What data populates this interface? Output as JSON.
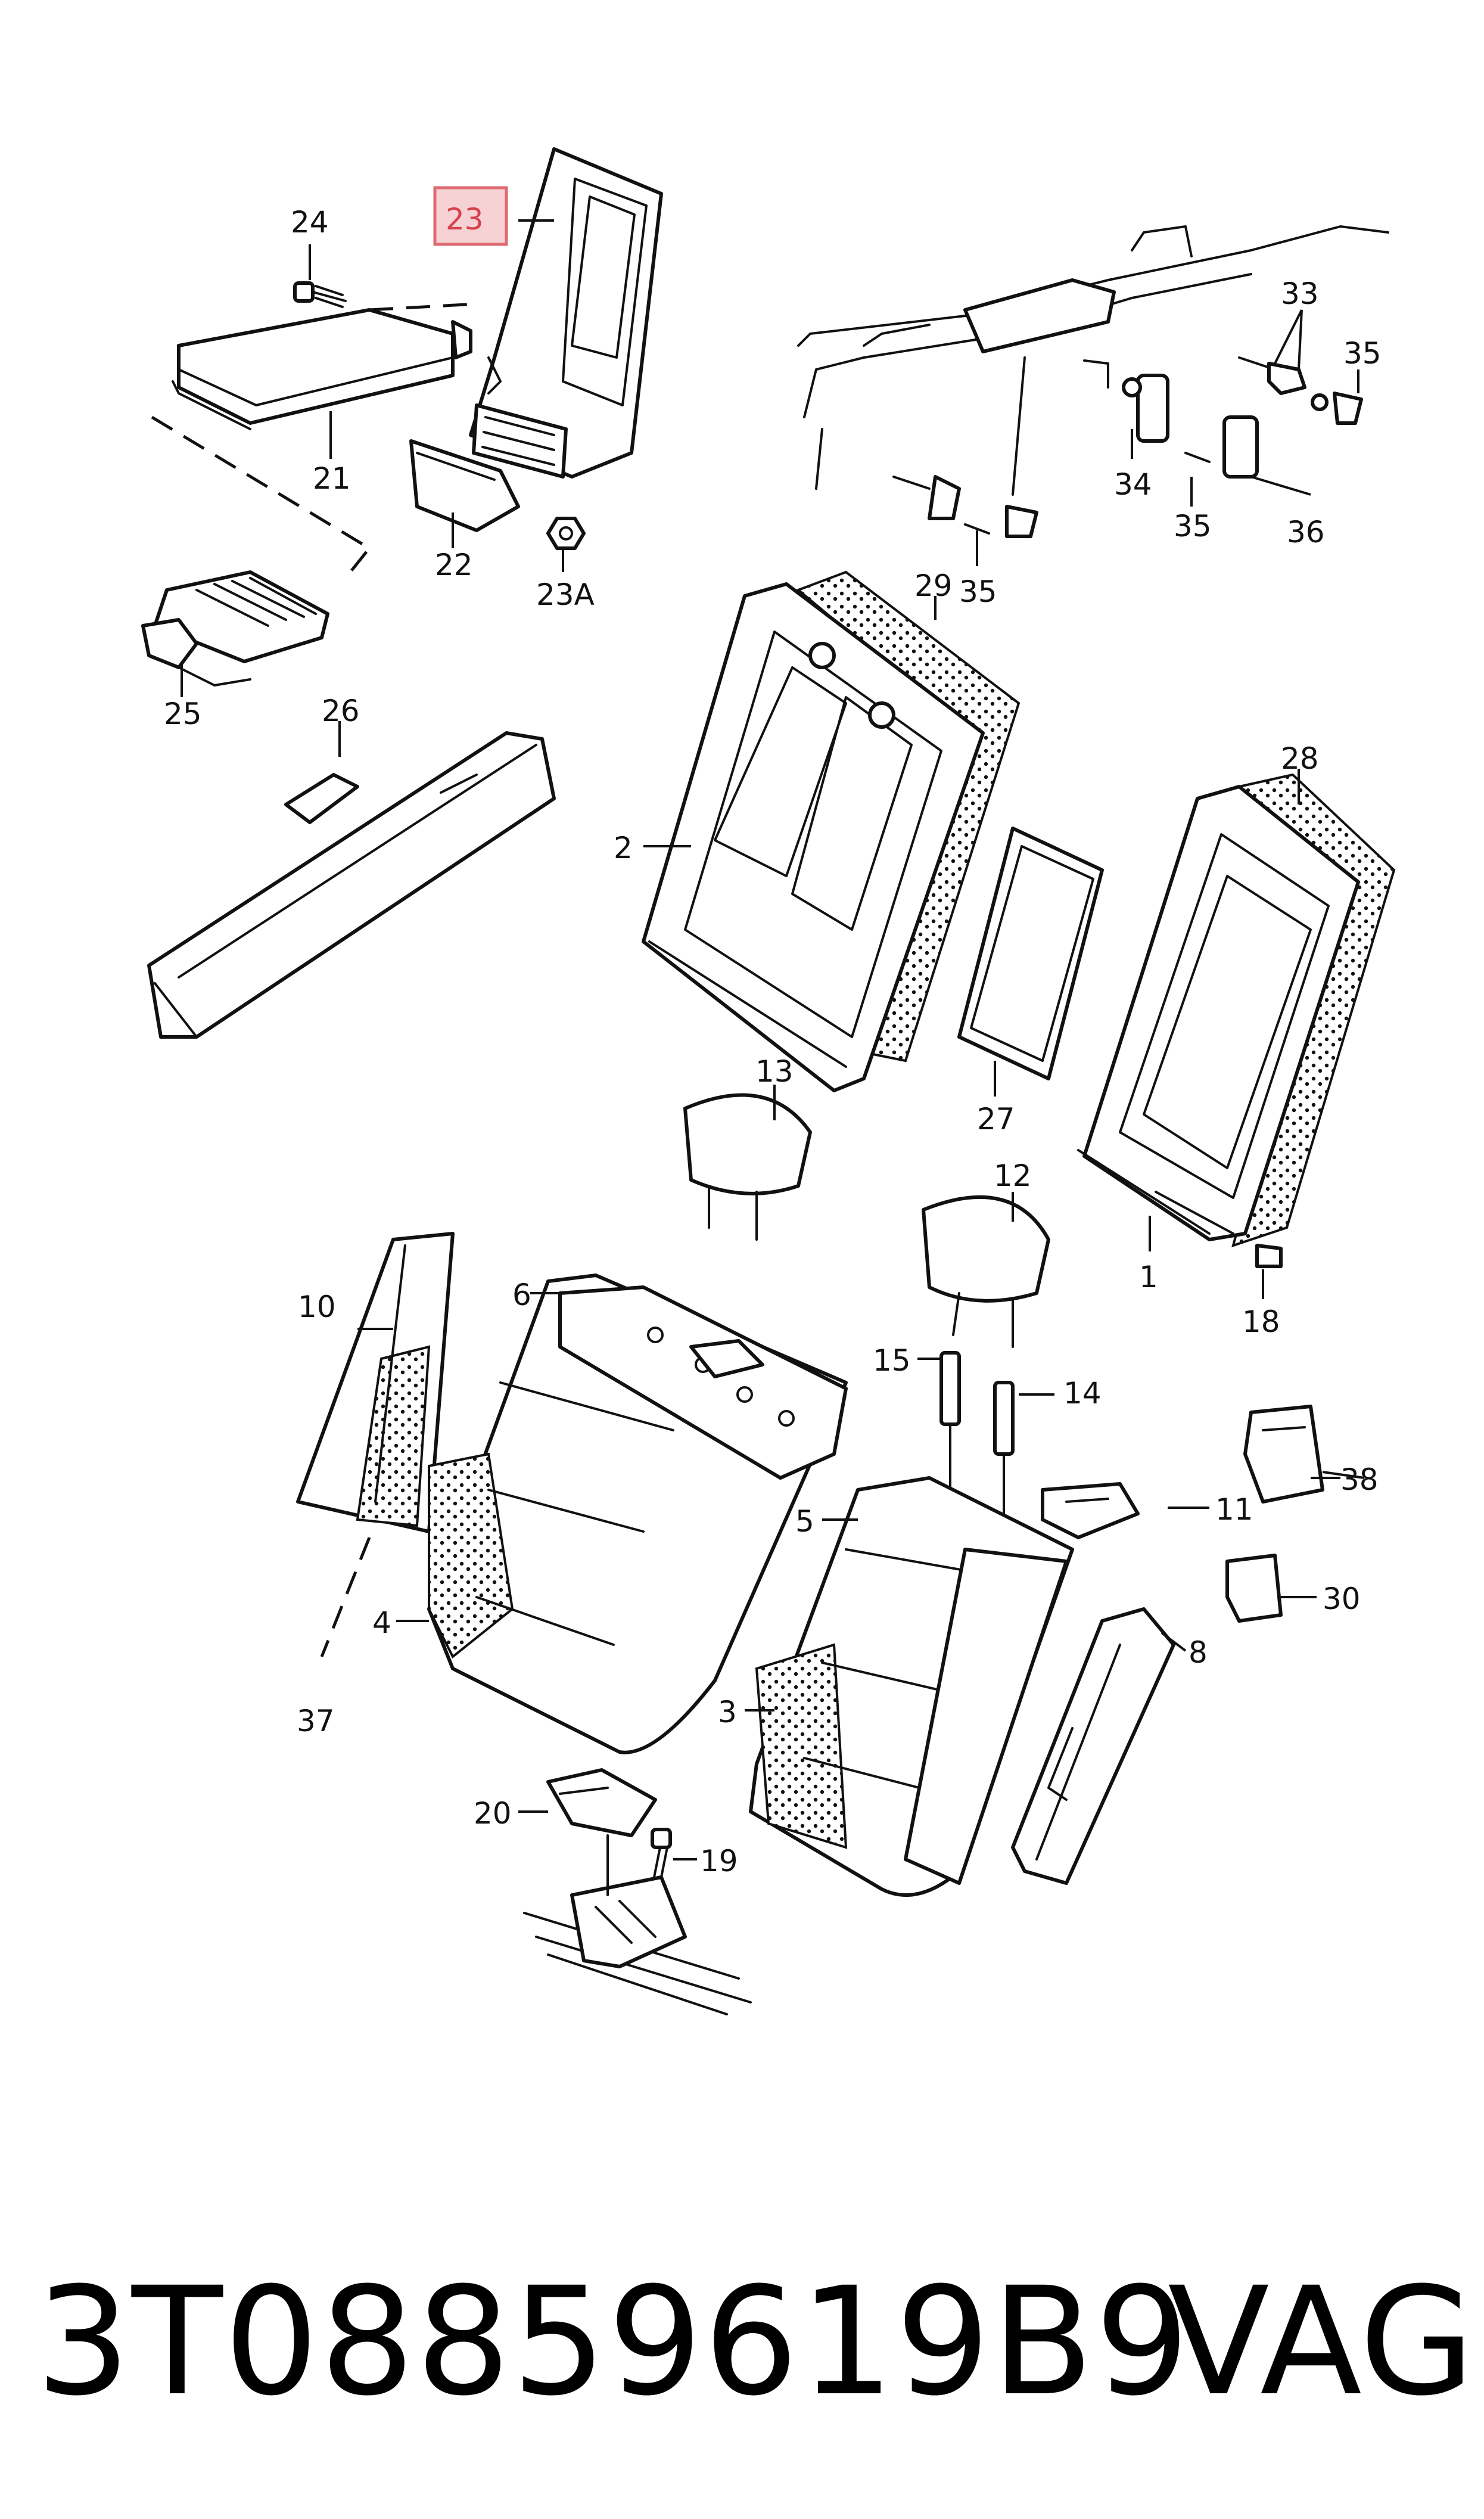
{
  "diagram": {
    "highlighted_callout": "23",
    "callouts": {
      "c1": "1",
      "c2": "2",
      "c3": "3",
      "c4": "4",
      "c5": "5",
      "c6": "6",
      "c8": "8",
      "c10": "10",
      "c11": "11",
      "c12": "12",
      "c13": "13",
      "c14": "14",
      "c15": "15",
      "c18": "18",
      "c19": "19",
      "c20": "20",
      "c21": "21",
      "c22": "22",
      "c23": "23",
      "c23a": "23A",
      "c24": "24",
      "c25": "25",
      "c26": "26",
      "c27": "27",
      "c28": "28",
      "c29": "29",
      "c30": "30",
      "c33": "33",
      "c34": "34",
      "c35a": "35",
      "c35b": "35",
      "c35c": "35",
      "c36": "36",
      "c37": "37",
      "c38": "38"
    },
    "colors": {
      "line": "#111111",
      "highlight_fill": "#f6d2d4",
      "highlight_stroke": "#e06a72",
      "highlight_text": "#d7404c"
    }
  },
  "footer": {
    "part_number": "3T0885961",
    "suffix": "9B9",
    "brand": "VAG"
  }
}
